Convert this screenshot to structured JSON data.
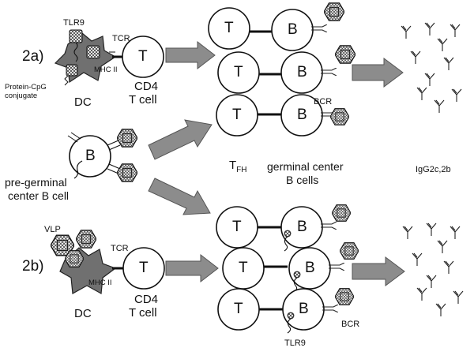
{
  "panel_a": {
    "label": "2a)",
    "tlr9": "TLR9",
    "tcr": "TCR",
    "mhc": "MHC II",
    "conjugate_line1": "Protein-CpG",
    "conjugate_line2": "conjugate",
    "dc": "DC",
    "t_letter": "T",
    "cd4_line1": "CD4",
    "cd4_line2": "T cell",
    "bcr": "BCR"
  },
  "middle": {
    "b_letter": "B",
    "pre_gc_line1": "pre-germinal",
    "pre_gc_line2": "center B cell",
    "tfh_main": "T",
    "tfh_sub": "FH",
    "gc_line1": "germinal center",
    "gc_line2": "B cells",
    "igg": "IgG2c,2b"
  },
  "panel_b": {
    "label": "2b)",
    "vlp": "VLP",
    "tcr": "TCR",
    "mhc": "MHC II",
    "dc": "DC",
    "cd4_line1": "CD4",
    "cd4_line2": "T cell",
    "bcr": "BCR",
    "tlr9": "TLR9"
  },
  "cell_letters": {
    "t": "T",
    "b": "B"
  },
  "colors": {
    "arrow": "#8c8c8c",
    "dc_fill": "#707070",
    "line": "#111111"
  }
}
